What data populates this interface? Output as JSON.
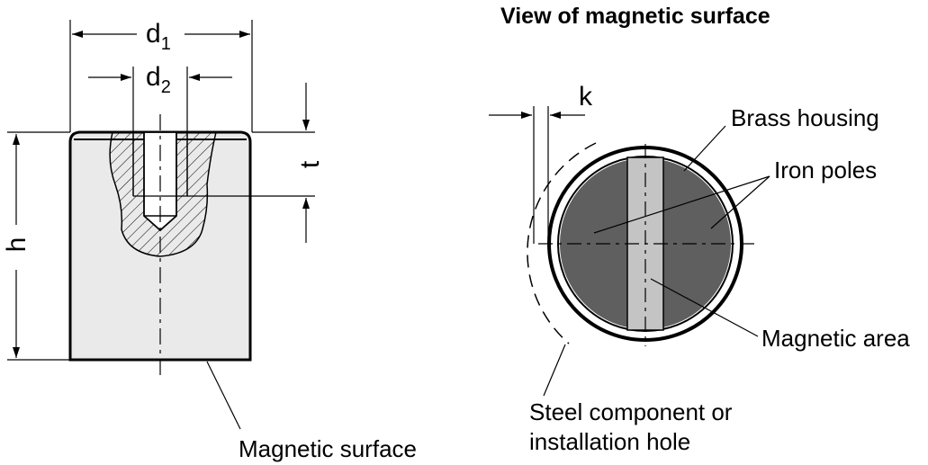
{
  "title": "View of magnetic surface",
  "dimensions": {
    "d1": {
      "main": "d",
      "sub": "1"
    },
    "d2": {
      "main": "d",
      "sub": "2"
    },
    "h": "h",
    "t": "t",
    "k": "k"
  },
  "labels": {
    "magnetic_surface": "Magnetic surface",
    "brass_housing": "Brass housing",
    "iron_poles": "Iron poles",
    "magnetic_area": "Magnetic area",
    "steel_line1": "Steel component or",
    "steel_line2": "installation hole"
  },
  "colors": {
    "body_fill": "#eaeaea",
    "pole_fill": "#5f5f5f",
    "area_fill": "#c4c4c4",
    "line": "#000000"
  }
}
